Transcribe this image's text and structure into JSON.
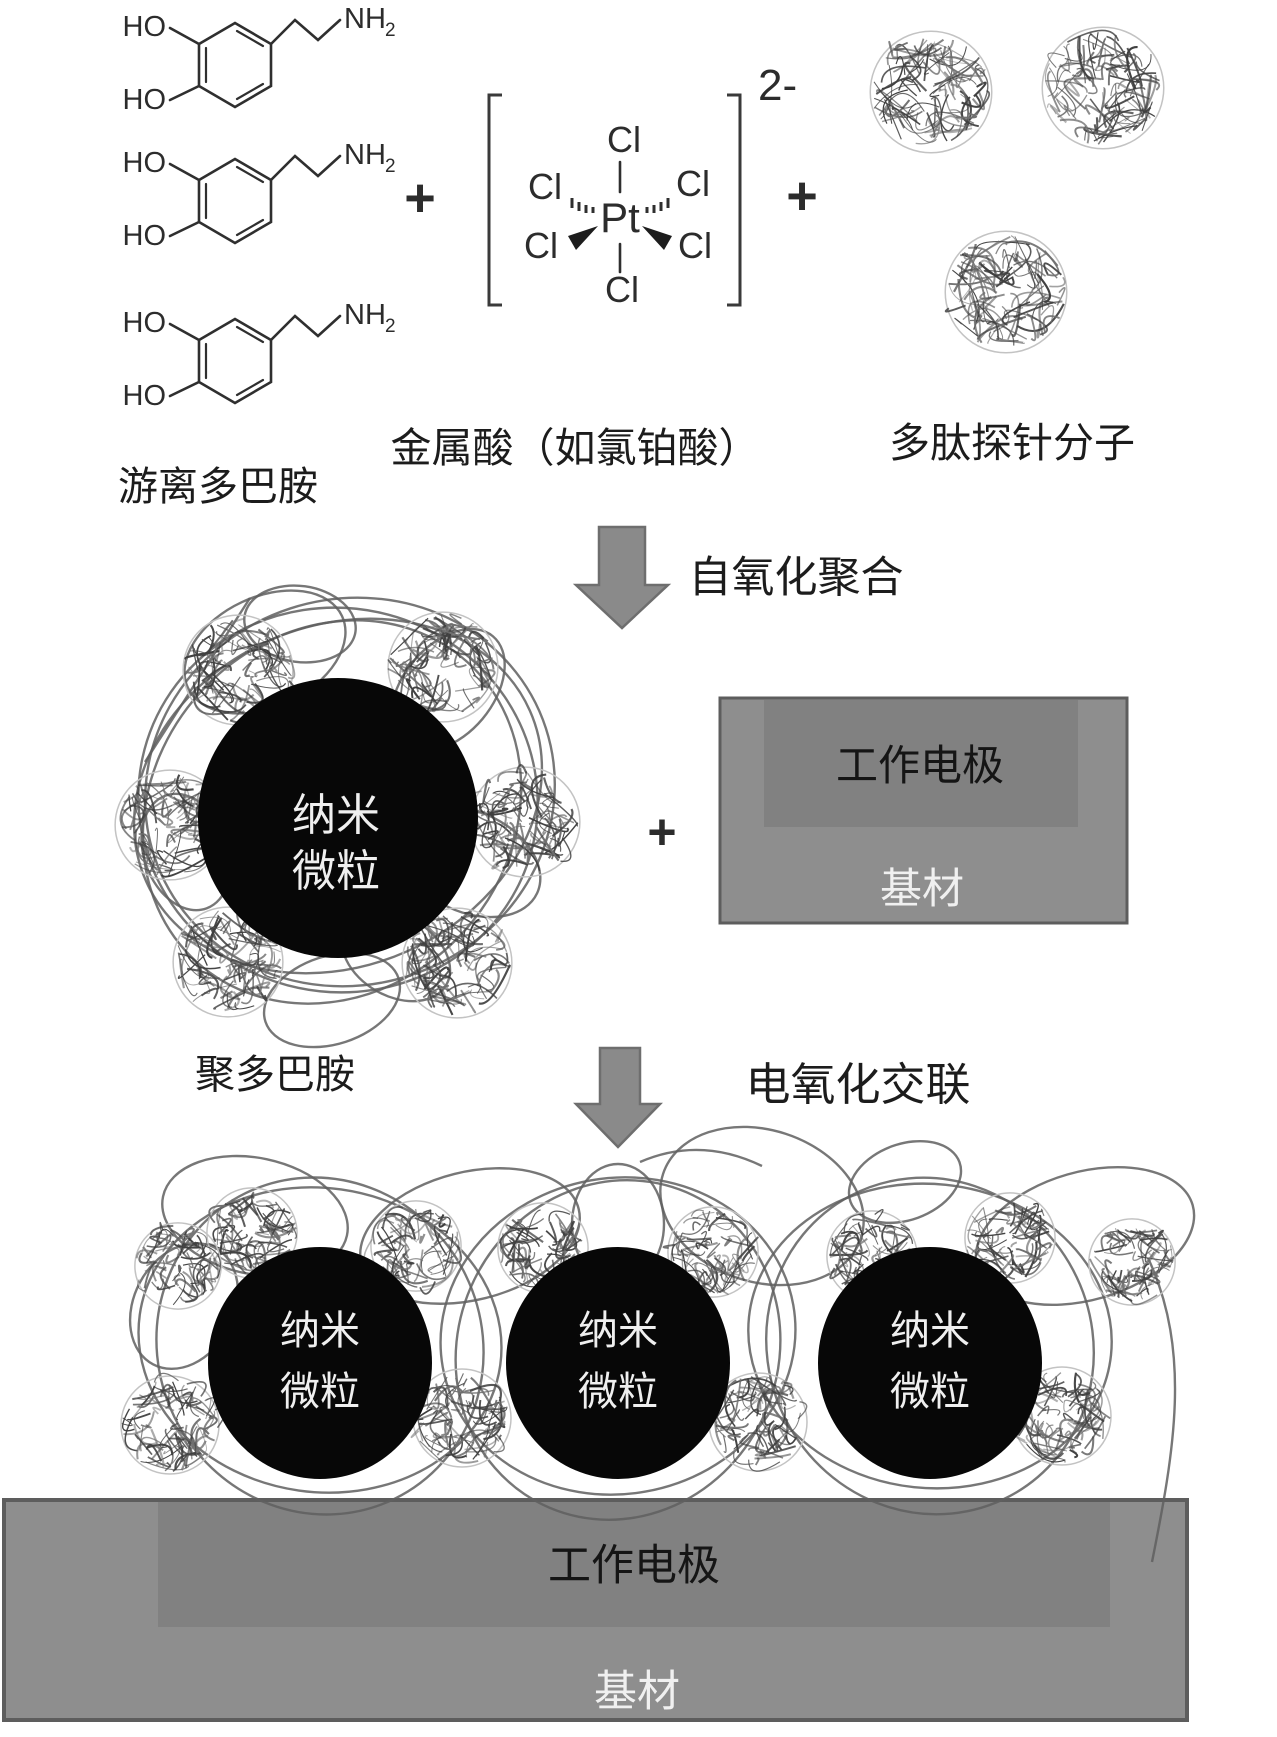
{
  "palette": {
    "ink": "#2c2c2c",
    "label_ink": "#1c1c1c",
    "arrow_fill": "#8a8a8a",
    "arrow_edge": "#6e6e6e",
    "particle_fill": "#070707",
    "particle_text": "#efefef",
    "substrate_fill": "#8e8e8e",
    "substrate_edge": "#5d5d5d",
    "electrode_fill": "#818181",
    "electrode_text": "#151515",
    "substrate_text": "#f0f0f0",
    "tangle": "#5f5f5f",
    "scribble_dark": "#3f3f3f",
    "scribble_mid": "#6e6e6e"
  },
  "reactants": {
    "dopamine": {
      "label": "游离多巴胺",
      "hydroxyl": "HO",
      "amine": "NH",
      "amine_subscript": "2"
    },
    "metal_acid": {
      "label": "金属酸（如氯铂酸）",
      "center_atom": "Pt",
      "ligand": "Cl",
      "charge": "2-"
    },
    "peptide": {
      "label": "多肽探针分子"
    }
  },
  "operators": {
    "plus": "+"
  },
  "steps": {
    "step1": "自氧化聚合",
    "step2": "电氧化交联"
  },
  "polydopamine": {
    "label": "聚多巴胺",
    "particle_line1": "纳米",
    "particle_line2": "微粒"
  },
  "electrode": {
    "working_label": "工作电极",
    "substrate_label": "基材"
  }
}
